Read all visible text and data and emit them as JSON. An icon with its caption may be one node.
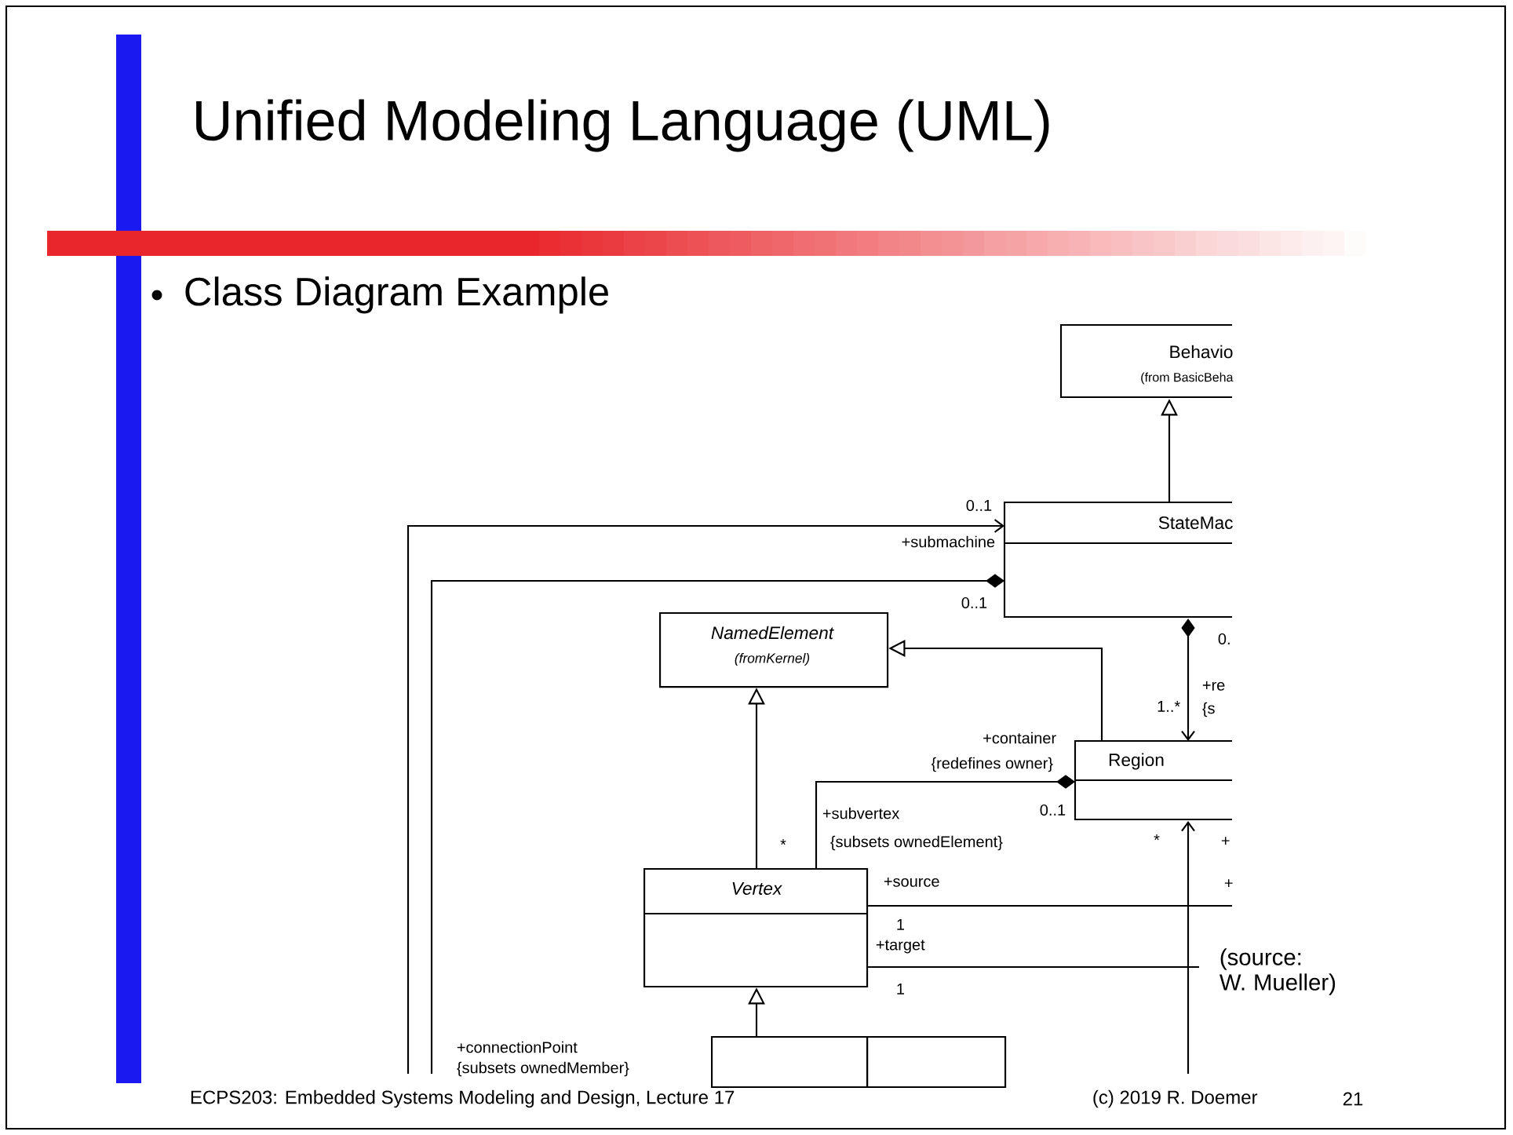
{
  "diagram": {
    "title": "Unified Modeling Language (UML)",
    "nodes": [
      {
        "text": [
          "Behavio",
          "(from BasicBeha"
        ]
      },
      {
        "text": [
          "StateMac"
        ]
      },
      {
        "text": [
          "NamedElement",
          "(fromKernel)"
        ]
      },
      {
        "text": [
          "Region"
        ]
      },
      {
        "text": [
          "Vertex"
        ]
      },
      {
        "text": [],
        "shape": "box"
      },
      {
        "text": [],
        "shape": "box"
      }
    ],
    "edges": [
      {
        "from": 1,
        "to": 0,
        "arrow": "to"
      },
      {
        "from": null,
        "to": 1,
        "arrow": "to"
      },
      {
        "from": 1,
        "to": null,
        "arrow": "other"
      },
      {
        "from": 1,
        "to": 3,
        "arrow": "to"
      },
      {
        "from": 3,
        "to": 2,
        "arrow": "to"
      },
      {
        "from": 4,
        "to": 2,
        "arrow": "to"
      },
      {
        "from": 3,
        "to": 4,
        "arrow": "other"
      },
      {
        "from": 4,
        "to": null,
        "arrow": "none"
      },
      {
        "from": 4,
        "to": null,
        "arrow": "none"
      },
      {
        "from": null,
        "to": 3,
        "arrow": "to"
      },
      {
        "from": 5,
        "to": 4,
        "arrow": "to"
      }
    ],
    "labels": [
      "Class Diagram Example",
      "0..1",
      "+submachine",
      "0..1",
      "0.",
      "1..*",
      "+re",
      "{s",
      "+container",
      "{redefines owner}",
      "+subvertex",
      "0..1",
      "{subsets ownedElement}",
      "*",
      "*",
      "+",
      "+source",
      "+",
      "1",
      "+target",
      "1",
      "(source: W. Mueller)",
      "+connectionPoint",
      "{subsets ownedMember}",
      "ECPS203: Embedded Systems Modeling and Design, Lecture 17",
      "(c) 2019 R. Doemer",
      "21"
    ]
  }
}
